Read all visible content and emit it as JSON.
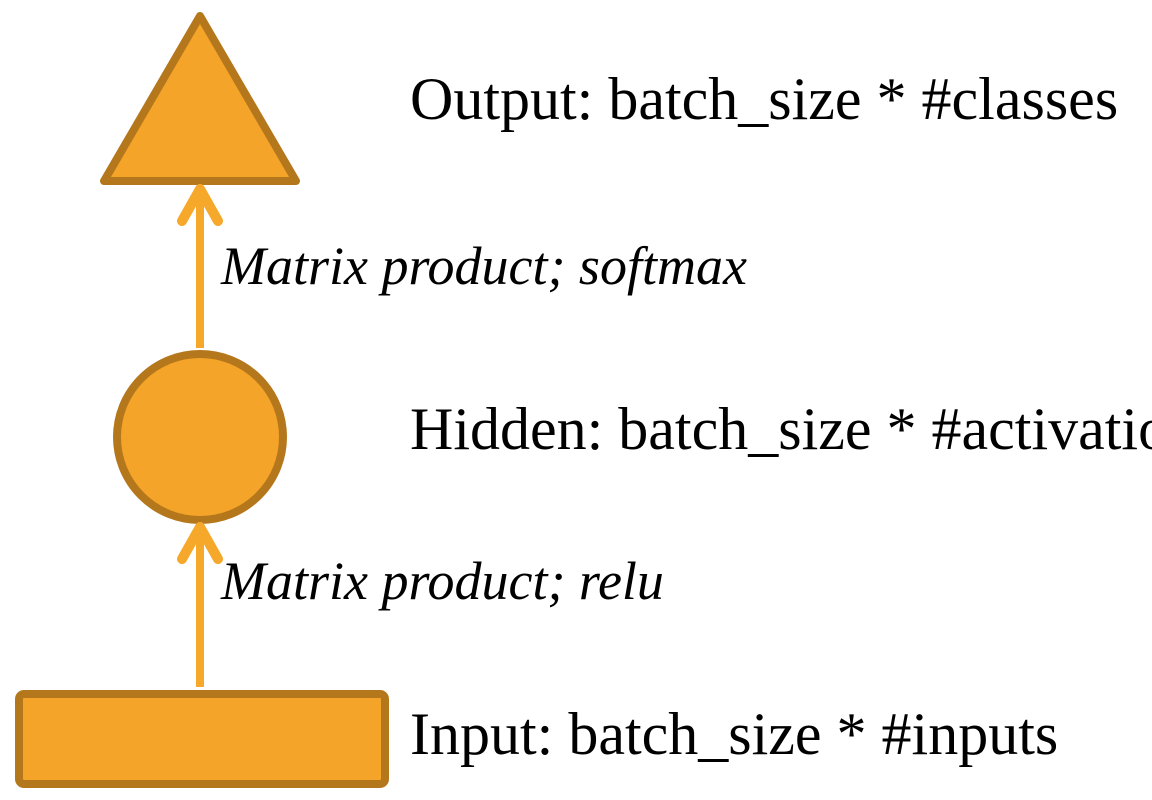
{
  "colors": {
    "background": "#FFFFFF",
    "shape_fill": "#F5A42A",
    "shape_stroke": "#B5771B",
    "arrow": "#F6A82B",
    "text": "#000000"
  },
  "diagram": {
    "type": "neural-network-layer-diagram",
    "nodes": [
      {
        "id": "output",
        "shape": "triangle",
        "label": "Output: batch_size * #classes"
      },
      {
        "id": "hidden",
        "shape": "circle",
        "label": "Hidden: batch_size * #activations"
      },
      {
        "id": "input",
        "shape": "rectangle",
        "label": "Input: batch_size * #inputs"
      }
    ],
    "edges": [
      {
        "from": "hidden",
        "to": "output",
        "label": "Matrix product; softmax"
      },
      {
        "from": "input",
        "to": "hidden",
        "label": "Matrix product; relu"
      }
    ]
  }
}
